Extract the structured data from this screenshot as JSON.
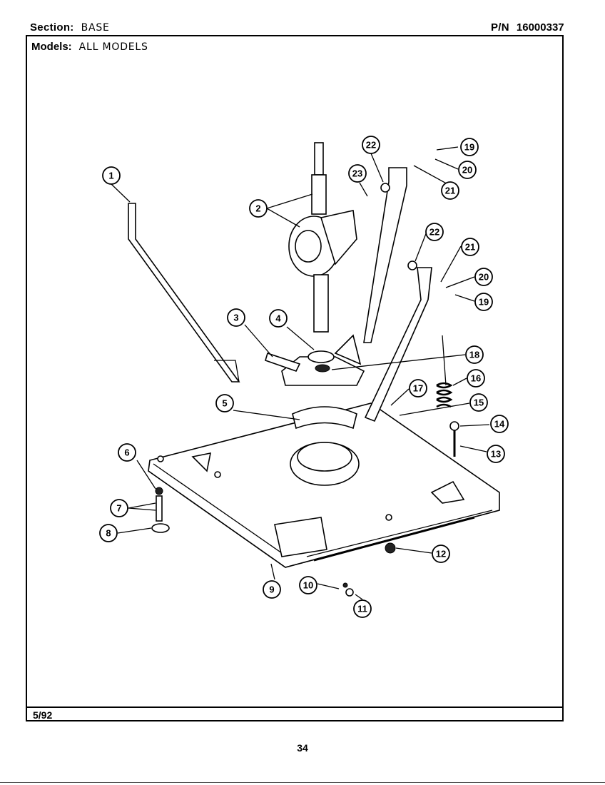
{
  "header": {
    "section_label": "Section:",
    "section_value": "BASE",
    "pn_label": "P/N",
    "pn_value": "16000337",
    "models_label": "Models:",
    "models_value": "ALL MODELS"
  },
  "footer": {
    "date": "5/92",
    "page_number": "34"
  },
  "callouts": [
    "1",
    "2",
    "3",
    "4",
    "5",
    "6",
    "7",
    "8",
    "9",
    "10",
    "11",
    "12",
    "13",
    "14",
    "15",
    "16",
    "17",
    "18",
    "19",
    "20",
    "21",
    "22",
    "23",
    "22",
    "21",
    "20",
    "19"
  ]
}
